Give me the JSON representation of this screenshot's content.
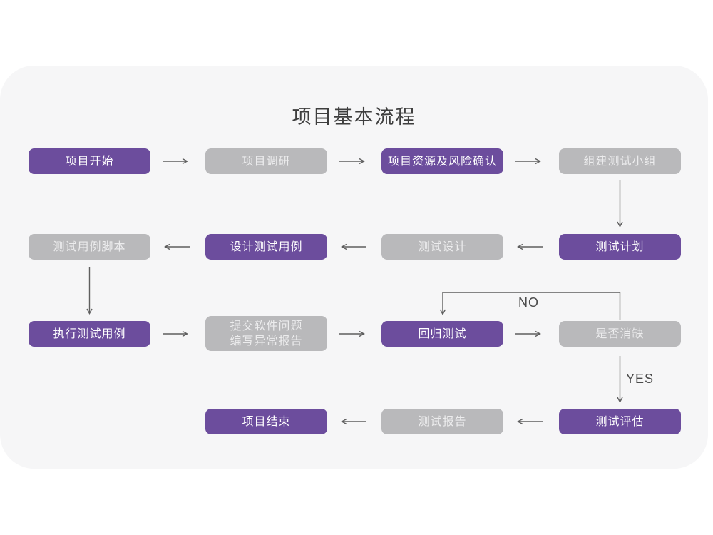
{
  "title": "项目基本流程",
  "colors": {
    "purple": "#6C4D9D",
    "gray": "#B9B9BB",
    "card": "#F6F6F7",
    "arrow": "#5F5F5F",
    "title_text": "#3E3E3E",
    "label_text": "#4B4B4B"
  },
  "nodes": {
    "project_start": {
      "label": "项目开始"
    },
    "project_research": {
      "label": "项目调研"
    },
    "resource_risk": {
      "label": "项目资源及风险确认"
    },
    "build_test_team": {
      "label": "组建测试小组"
    },
    "test_case_script": {
      "label": "测试用例脚本"
    },
    "design_test_cases": {
      "label": "设计测试用例"
    },
    "test_design": {
      "label": "测试设计"
    },
    "test_plan": {
      "label": "测试计划"
    },
    "execute_test_cases": {
      "label": "执行测试用例"
    },
    "submit_issues": {
      "line1": "提交软件问题",
      "line2": "编写异常报告"
    },
    "regression_test": {
      "label": "回归测试"
    },
    "defect_resolved": {
      "label": "是否消缺"
    },
    "test_evaluation": {
      "label": "测试评估"
    },
    "test_report": {
      "label": "测试报告"
    },
    "project_end": {
      "label": "项目结束"
    }
  },
  "labels": {
    "no": "NO",
    "yes": "YES"
  }
}
